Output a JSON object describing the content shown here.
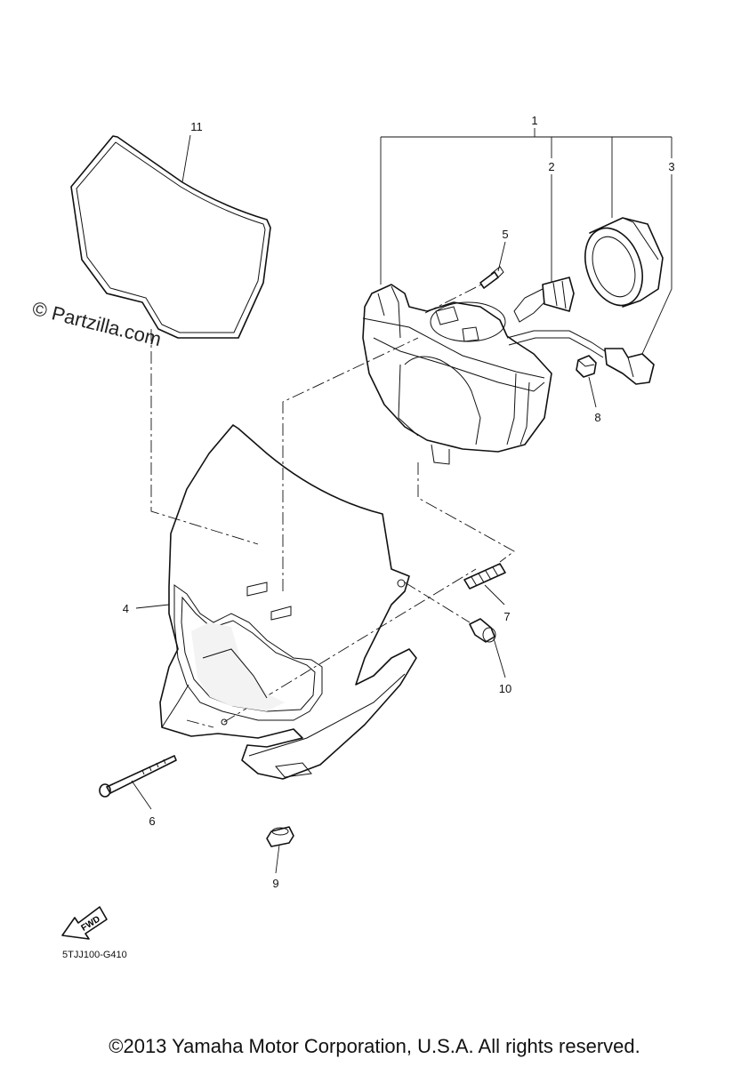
{
  "watermark": "© Partzilla.com",
  "diagram_code": "5TJJ100-G410",
  "copyright": "©2013 Yamaha Motor Corporation, U.S.A. All rights reserved.",
  "fwd_label": "FWD",
  "callouts": {
    "c1": "1",
    "c2": "2",
    "c3": "3",
    "c4": "4",
    "c5": "5",
    "c6": "6",
    "c7": "7",
    "c8": "8",
    "c9": "9",
    "c10": "10",
    "c11": "11"
  }
}
